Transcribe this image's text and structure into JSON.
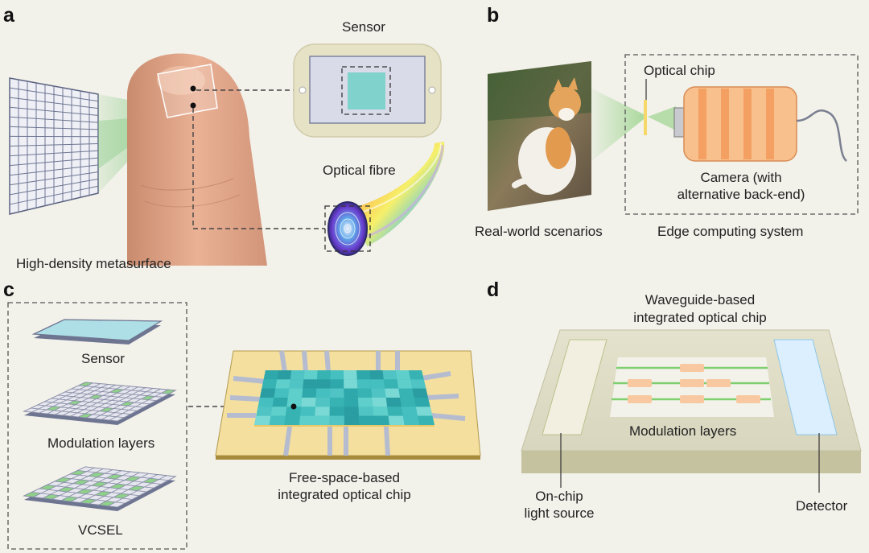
{
  "panels": {
    "a": "a",
    "b": "b",
    "c": "c",
    "d": "d"
  },
  "labels": {
    "sensor_a": "Sensor",
    "optical_fibre": "Optical fibre",
    "high_density": "High-density metasurface",
    "optical_chip": "Optical chip",
    "camera_line1": "Camera (with",
    "camera_line2": "alternative back-end)",
    "real_world": "Real-world scenarios",
    "edge_computing": "Edge computing system",
    "sensor_c": "Sensor",
    "modulation_c": "Modulation layers",
    "vcsel": "VCSEL",
    "free_space_line1": "Free-space-based",
    "free_space_line2": "integrated optical chip",
    "waveguide_line1": "Waveguide-based",
    "waveguide_line2": "integrated optical chip",
    "modulation_d": "Modulation layers",
    "on_chip_line1": "On-chip",
    "on_chip_line2": "light source",
    "detector": "Detector"
  },
  "colors": {
    "background": "#f2f1ea",
    "metasurface_grid": "#6e7591",
    "light_cone": "#8fcf8a",
    "sensor_frame": "#e6e2c6",
    "sensor_chip": "#7fd3cc",
    "camera_body": "#f8c08c",
    "camera_stripes": "#f59a5c",
    "chip_base": "#f4df9e",
    "teal_pixel": "#38b3b3",
    "waveguide_green": "#7fcf70",
    "detector_blue": "#dcefff"
  }
}
